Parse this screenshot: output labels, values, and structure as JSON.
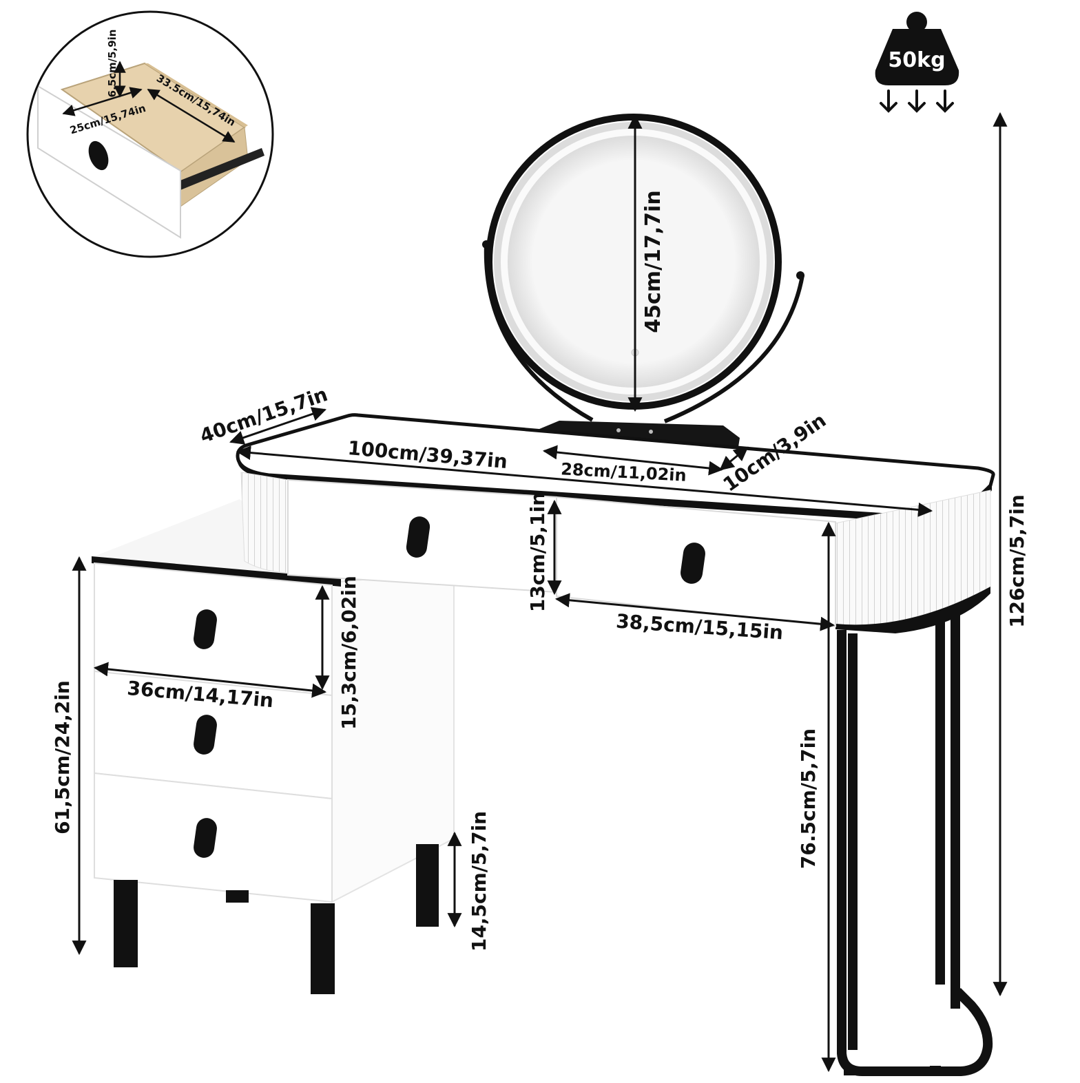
{
  "weight_badge": {
    "label": "50kg",
    "icon": "weight-icon",
    "arrows_icon": "down-arrows-icon"
  },
  "colors": {
    "frame": "#111111",
    "white": "#ffffff",
    "wood": "#e7d2ad",
    "mirror_glow": "#f1f1f1",
    "panel_shadow": "#e9e9e9"
  },
  "dimensions": {
    "drawer_inset": {
      "height": "6.5cm/5,9in",
      "width": "33.5cm/15,74in",
      "depth": "25cm/15,74in"
    },
    "mirror_diameter": "45cm/17,7in",
    "table_depth": "40cm/15,7in",
    "table_width": "100cm/39,37in",
    "mirror_base_width": "28cm/11,02in",
    "mirror_base_depth": "10cm/3,9in",
    "drawer_height": "13cm/5,1in",
    "drawer_width": "38,5cm/15,15in",
    "total_height": "126cm/5,7in",
    "table_height": "76.5cm/5,7in",
    "cabinet_drawer_height": "15,3cm/6,02in",
    "cabinet_width": "36cm/14,17in",
    "cabinet_height": "61,5cm/24,2in",
    "cabinet_leg_height": "14,5cm/5,7in"
  }
}
